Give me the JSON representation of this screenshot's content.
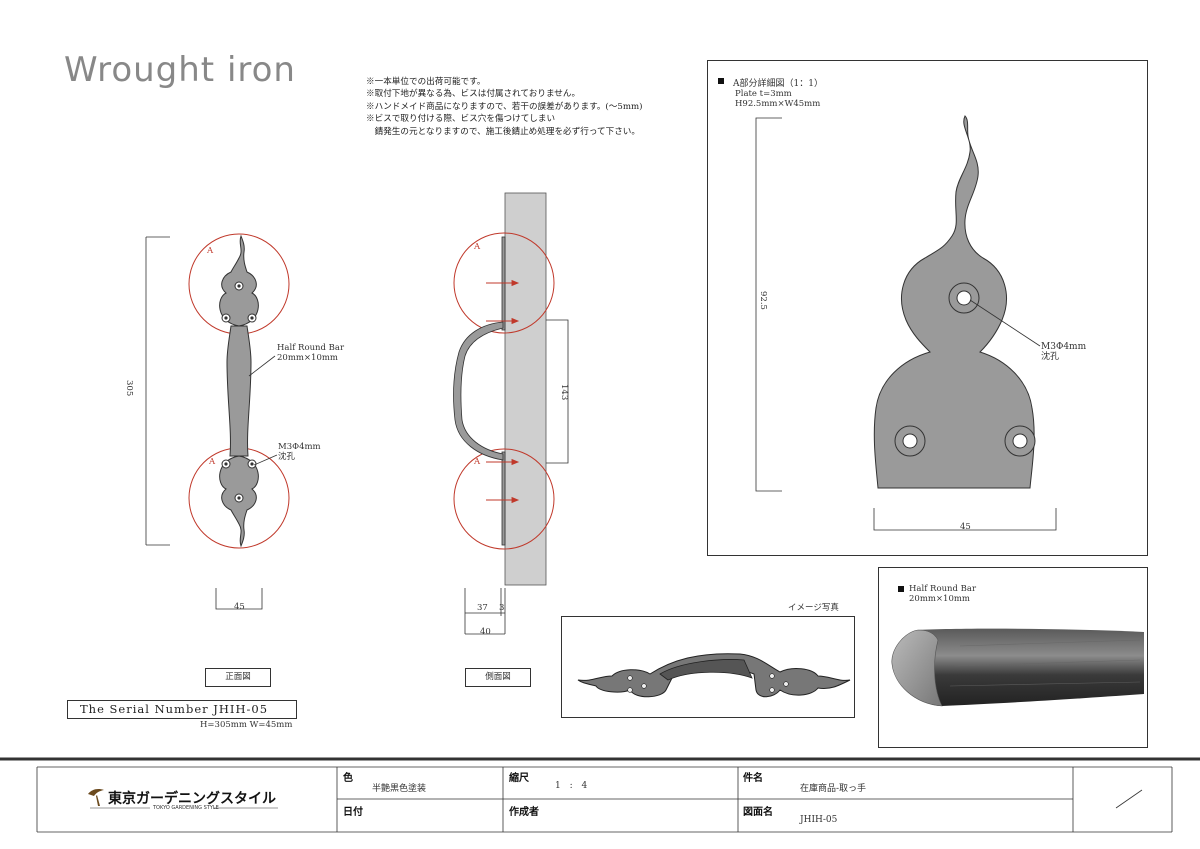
{
  "title": "Wrought iron",
  "notes": [
    "※一本単位での出荷可能です。",
    "※取付下地が異なる為、ビスは付属されておりません。",
    "※ハンドメイド商品になりますので、若干の誤差があります。(～5mm)",
    "※ビスで取り付ける際、ビス穴を傷つけてしまい",
    "　錆発生の元となりますので、施工後錆止め処理を必ず行って下さい。"
  ],
  "front_view": {
    "label_a_top": "A",
    "label_a_bottom": "A",
    "half_round_bar": [
      "Half Round Bar",
      "20mm×10mm"
    ],
    "screw_hole": [
      "M3Φ4mm",
      "沈孔"
    ],
    "dim_height": "305",
    "dim_width": "45",
    "caption": "正面図"
  },
  "side_view": {
    "label_a_top": "A",
    "label_a_bottom": "A",
    "dim_offset": "143",
    "dim_37": "37",
    "dim_3": "3",
    "dim_40": "40",
    "caption": "側面図"
  },
  "serial": {
    "label": "The Serial Number JHIH-05",
    "size": "H=305mm  W=45mm"
  },
  "detail": {
    "heading": "A部分詳細図（1：1）",
    "plate_lines": [
      "Plate t=3mm",
      "H92.5mm×W45mm"
    ],
    "dim_height": "92.5",
    "dim_width": "45",
    "screw_hole": [
      "M3Φ4mm",
      "沈孔"
    ]
  },
  "image_photo": {
    "label": "イメージ写真"
  },
  "bar_photo": {
    "label_lines": [
      "Half Round Bar",
      "20mm×10mm"
    ]
  },
  "title_block": {
    "logo": "東京ガーデニングスタイル",
    "logo_sub": "TOKYO GARDENING STYLE",
    "color_label": "色",
    "color_value": "半艶黒色塗装",
    "scale_label": "縮尺",
    "scale_value": "1 : 4",
    "subject_label": "件名",
    "subject_value": "在庫商品-取っ手",
    "date_label": "日付",
    "date_value": "",
    "author_label": "作成者",
    "author_value": "",
    "drawing_label": "図面名",
    "drawing_value": "JHIH-05"
  },
  "colors": {
    "accent_red": "#c0392b",
    "metal": "#9a9a9a",
    "wall": "#cfcfcf",
    "line": "#333333"
  }
}
